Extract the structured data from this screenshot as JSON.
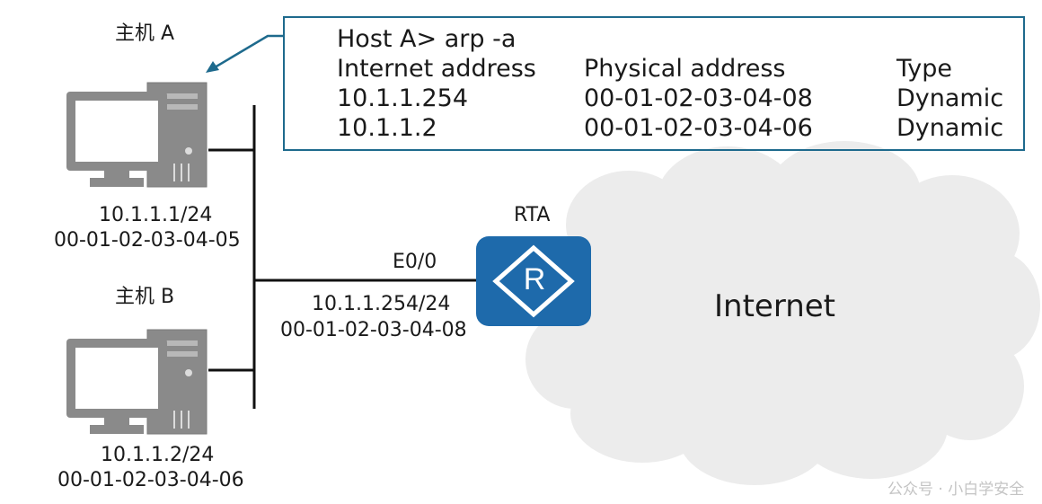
{
  "hosts": [
    {
      "name": "主机 A",
      "ip": "10.1.1.1/24",
      "mac": "00-01-02-03-04-05"
    },
    {
      "name": "主机 B",
      "ip": "10.1.1.2/24",
      "mac": "00-01-02-03-04-06"
    }
  ],
  "router": {
    "name": "RTA",
    "interface": "E0/0",
    "ip": "10.1.1.254/24",
    "mac": "00-01-02-03-04-08",
    "icon_letter": "R",
    "color": "#1e6aab"
  },
  "cloud": {
    "label": "Internet",
    "color": "#ececec"
  },
  "arp_table": {
    "command": "Host A> arp -a",
    "headers": [
      "Internet address",
      "Physical address",
      "Type"
    ],
    "rows": [
      [
        "10.1.1.254",
        "00-01-02-03-04-08",
        "Dynamic"
      ],
      [
        "10.1.1.2",
        "00-01-02-03-04-06",
        "Dynamic"
      ]
    ],
    "border_color": "#1e6a8d"
  },
  "watermark": "公众号 · 小白学安全"
}
